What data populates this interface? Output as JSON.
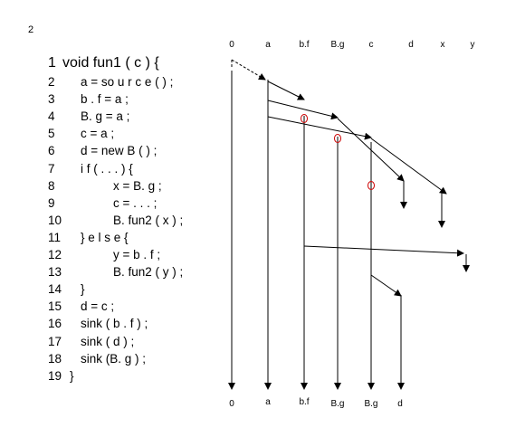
{
  "page_number": "2",
  "code_lines": [
    {
      "num": "1",
      "text": "void fun1 ( c ) {"
    },
    {
      "num": "2",
      "text": "a = so u r c e ( ) ;"
    },
    {
      "num": "3",
      "text": "b . f = a ;"
    },
    {
      "num": "4",
      "text": "B. g = a ;"
    },
    {
      "num": "5",
      "text": "c = a ;"
    },
    {
      "num": "6",
      "text": "d = new B ( ) ;"
    },
    {
      "num": "7",
      "text": "i f ( . . . ) {"
    },
    {
      "num": "8",
      "text": "x = B. g ;"
    },
    {
      "num": "9",
      "text": "c = . . . ;"
    },
    {
      "num": "10",
      "text": "B. fun2 ( x ) ;"
    },
    {
      "num": "11",
      "text": "} e l s e {"
    },
    {
      "num": "12",
      "text": "y = b . f ;"
    },
    {
      "num": "13",
      "text": "B. fun2 ( y ) ;"
    },
    {
      "num": "14",
      "text": "}"
    },
    {
      "num": "15",
      "text": "d = c ;"
    },
    {
      "num": "16",
      "text": "sink ( b . f ) ;"
    },
    {
      "num": "17",
      "text": "sink ( d ) ;"
    },
    {
      "num": "18",
      "text": "sink (B. g ) ;"
    },
    {
      "num": "19",
      "text": "}"
    }
  ],
  "top_labels": [
    "0",
    "a",
    "b.f",
    "B.g",
    "c",
    "d",
    "x",
    "y"
  ],
  "bottom_labels": [
    "0",
    "a",
    "b.f",
    "B.g",
    "B.g",
    "d"
  ],
  "colors": {
    "line": "#000000",
    "node": "#cc0000"
  }
}
